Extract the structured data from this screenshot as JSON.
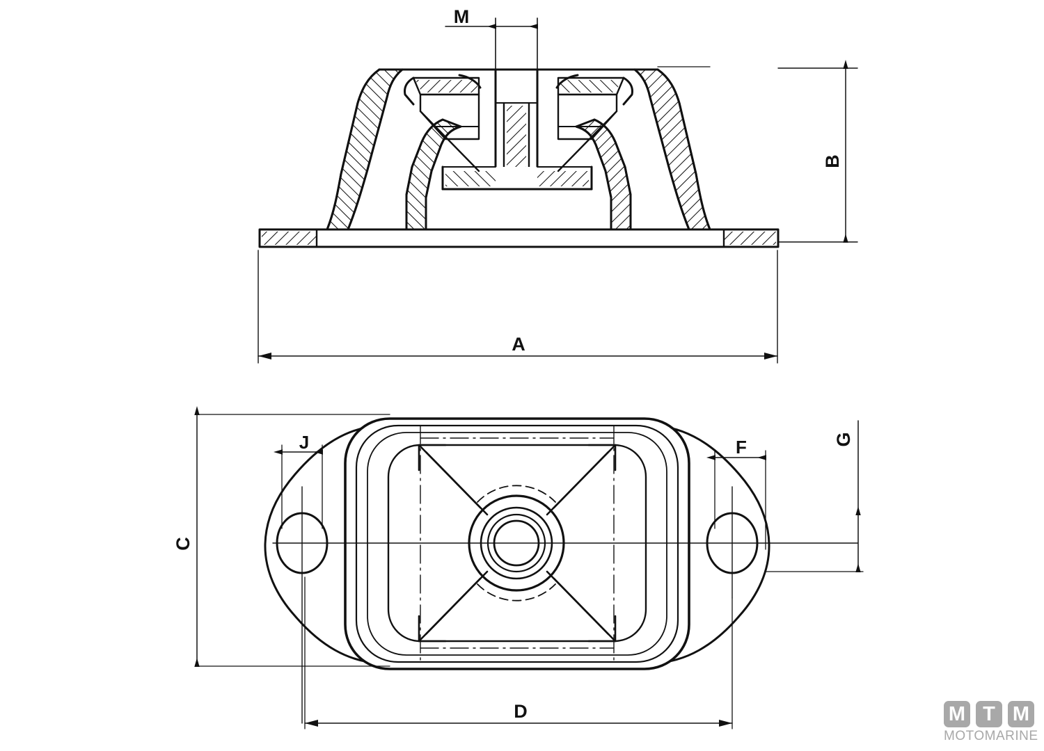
{
  "drawing": {
    "title": "Marine engine mount technical drawing",
    "views": [
      {
        "name": "cross-section-elevation",
        "description": "Sectional side elevation of flexible engine mount showing hatched rubber body, inner metal core and base plate"
      },
      {
        "name": "plan-view",
        "description": "Top plan view showing rounded square body with X ribs, central bore and two oval mounting holes in the wing flanges"
      }
    ],
    "line_color": "#1a1a1a",
    "background_color": "#ffffff"
  },
  "dimensions": {
    "M": {
      "label": "M",
      "view": "cross-section-elevation",
      "orientation": "horizontal",
      "position": "top",
      "arrows": "inward"
    },
    "B": {
      "label": "B",
      "view": "cross-section-elevation",
      "orientation": "vertical",
      "position": "right",
      "arrows": "inward"
    },
    "A": {
      "label": "A",
      "view": "cross-section-elevation",
      "orientation": "horizontal",
      "position": "bottom",
      "arrows": "outward"
    },
    "J": {
      "label": "J",
      "view": "plan-view",
      "orientation": "horizontal",
      "position": "top-left",
      "arrows": "inward"
    },
    "F": {
      "label": "F",
      "view": "plan-view",
      "orientation": "horizontal",
      "position": "top-right",
      "arrows": "inward"
    },
    "G": {
      "label": "G",
      "view": "plan-view",
      "orientation": "vertical",
      "position": "right",
      "arrows": "inward"
    },
    "C": {
      "label": "C",
      "view": "plan-view",
      "orientation": "vertical",
      "position": "left",
      "arrows": "inward"
    },
    "D": {
      "label": "D",
      "view": "plan-view",
      "orientation": "horizontal",
      "position": "bottom",
      "arrows": "outward"
    }
  },
  "logo": {
    "letters": [
      "M",
      "T",
      "M"
    ],
    "wordmark": "MOTOMARINE",
    "color": "#a8a8a8"
  }
}
